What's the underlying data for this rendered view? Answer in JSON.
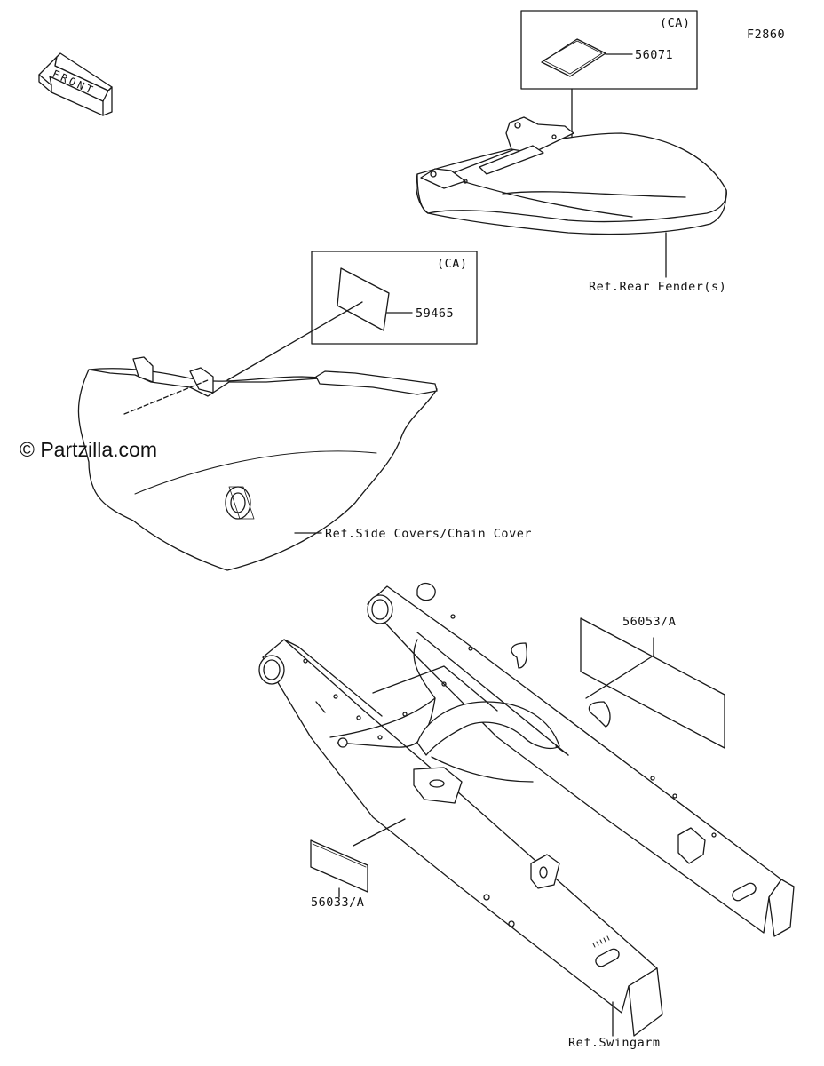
{
  "diagram_id": "F2860",
  "watermark": "© Partzilla.com",
  "front_arrow": "FRONT",
  "callouts": {
    "part_56071": {
      "region": "(CA)",
      "number": "56071"
    },
    "part_59465": {
      "region": "(CA)",
      "number": "59465"
    },
    "part_56053A": "56053/A",
    "part_56033A": "56033/A"
  },
  "references": {
    "rear_fender": "Ref.Rear Fender(s)",
    "side_covers": "Ref.Side Covers/Chain Cover",
    "swingarm": "Ref.Swingarm"
  },
  "colors": {
    "line": "#1a1a1a",
    "background": "#ffffff"
  }
}
